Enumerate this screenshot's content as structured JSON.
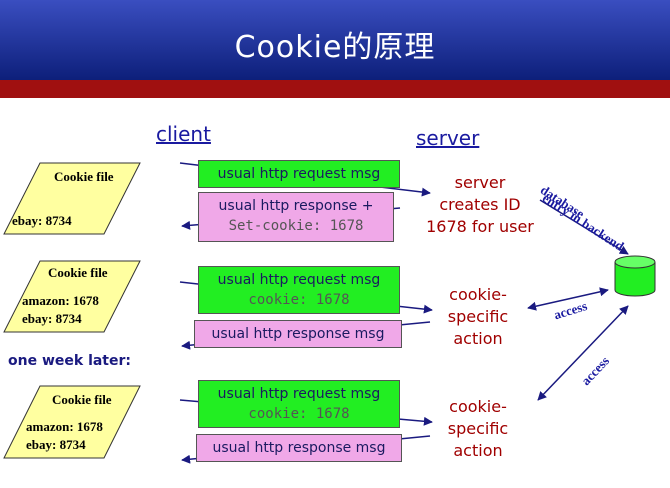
{
  "header": {
    "title": "Cookie的原理"
  },
  "columns": {
    "client": "client",
    "server": "server"
  },
  "cookie_files": [
    {
      "title": "Cookie file",
      "lines": [
        "",
        "ebay: 8734"
      ]
    },
    {
      "title": "Cookie file",
      "lines": [
        "amazon: 1678",
        "ebay: 8734"
      ]
    },
    {
      "title": "Cookie file",
      "lines": [
        "amazon: 1678",
        "ebay: 8734"
      ]
    }
  ],
  "messages": {
    "req1": "usual http request msg",
    "resp1_line1": "usual http response +",
    "resp1_line2": "Set-cookie: 1678",
    "req2_line1": "usual http request msg",
    "req2_line2": "cookie: 1678",
    "resp2": "usual http response msg",
    "req3_line1": "usual http request msg",
    "req3_line2": "cookie: 1678",
    "resp3": "usual http response msg"
  },
  "server_actions": {
    "create": [
      "server",
      "creates ID",
      "1678 for user"
    ],
    "action1": [
      "cookie-",
      "specific",
      "action"
    ],
    "action2": [
      "cookie-",
      "specific",
      "action"
    ]
  },
  "labels": {
    "entry_line1": "entry in backend",
    "entry_line2": "database",
    "access1": "access",
    "access2": "access",
    "one_week_later": "one week later:"
  },
  "colors": {
    "header_top": "#3a4ec0",
    "header_bottom": "#0d1f7a",
    "accent_bar": "#a01010",
    "request_box": "#22ee22",
    "response_box": "#f0a8e8",
    "cookie_file": "#ffffa0",
    "database": "#22ee22",
    "server_text": "#a00000"
  },
  "icons": {
    "database": "database-cylinder-icon"
  }
}
